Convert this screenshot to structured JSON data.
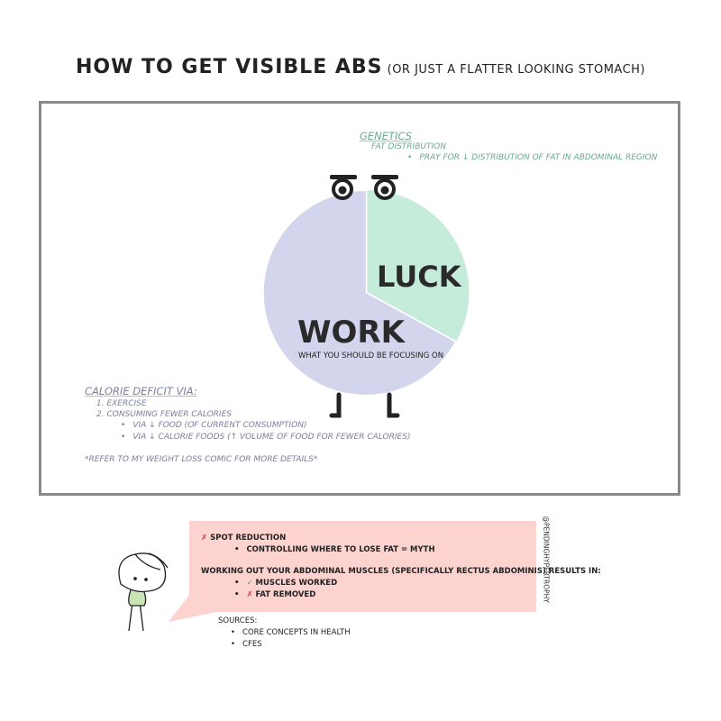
{
  "title": {
    "main": "How to get visible abs",
    "sub": "(or just a flatter looking stomach)"
  },
  "pie": {
    "slices": [
      {
        "label": "Luck",
        "value": 33,
        "color": "#c5ecdb"
      },
      {
        "label": "Work",
        "value": 67,
        "color": "#d3d5ec"
      }
    ],
    "work_caption": "What you should be focusing on"
  },
  "genetics": {
    "heading": "Genetics",
    "sub": "Fat distribution",
    "bullet": "Pray for ↓ distribution of fat in abdominal region"
  },
  "calorie": {
    "heading": "Calorie deficit via:",
    "items": [
      "1. Exercise",
      "2. Consuming fewer calories"
    ],
    "bullets": [
      "Via ↓ food (of current consumption)",
      "Via ↓ calorie foods (↑ volume of food for fewer calories)"
    ],
    "note": "*Refer to my weight loss comic for more details*"
  },
  "bubble": {
    "spot_mark": "✗",
    "spot": "Spot reduction",
    "spot_bullet": "Controlling where to lose fat = myth",
    "working": "Working out your abdominal muscles (specifically rectus abdominis) results in:",
    "check_mark": "✓",
    "result1": "Muscles worked",
    "x_mark": "✗",
    "result2": "Fat removed"
  },
  "sources": {
    "heading": "Sources:",
    "items": [
      "Core concepts in health",
      "CFES"
    ]
  },
  "handle": "@pendinghypertrophy"
}
